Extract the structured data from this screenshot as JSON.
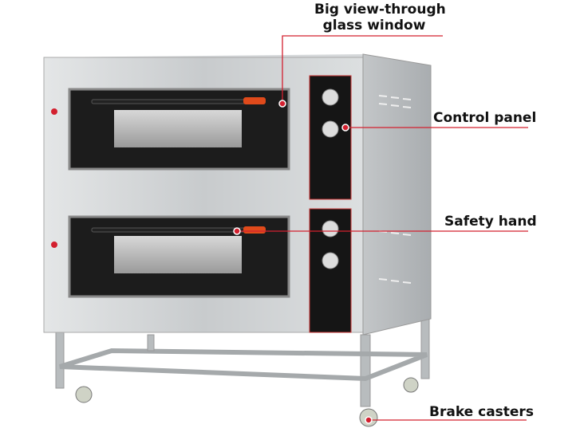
{
  "callouts": {
    "window_line1": "Big view-through",
    "window_line2": "glass  window",
    "control_panel": "Control panel",
    "safety_hand": "Safety hand",
    "brake_casters": "Brake casters"
  },
  "colors": {
    "accent": "#d3202f",
    "steel": "#c9ccce",
    "glass": "#1a1a1a"
  }
}
